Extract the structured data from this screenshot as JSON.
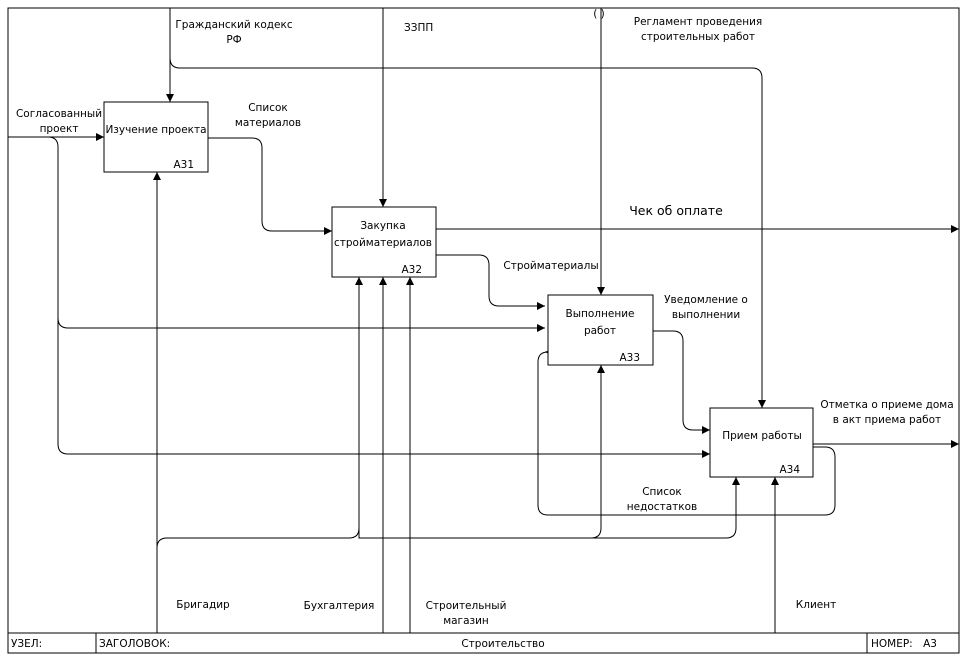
{
  "activities": [
    {
      "id": "a31",
      "label": [
        "Изучение проекта"
      ],
      "code": "А31"
    },
    {
      "id": "a32",
      "label": [
        "Закупка",
        "стройматериалов"
      ],
      "code": "А32"
    },
    {
      "id": "a33",
      "label": [
        "Выполнение",
        "работ"
      ],
      "code": "А33"
    },
    {
      "id": "a34",
      "label": [
        "Прием работы"
      ],
      "code": "А34"
    }
  ],
  "arrow_labels": {
    "approved_project": [
      "Согласованный",
      "проект"
    ],
    "civil_code": [
      "Гражданский кодекс",
      "РФ"
    ],
    "zzpp": [
      "ЗЗПП"
    ],
    "paren": [
      "( )"
    ],
    "regulation": [
      "Регламент проведения",
      "строительных работ"
    ],
    "materials_list": [
      "Список",
      "материалов"
    ],
    "payment_receipt": [
      "Чек об оплате"
    ],
    "construction_materials": [
      "Стройматериалы"
    ],
    "completion_notice": [
      "Уведомление о",
      "выполнении"
    ],
    "acceptance_mark": [
      "Отметка о приеме дома",
      "в акт приема работ"
    ],
    "defects_list": [
      "Список",
      "недостатков"
    ],
    "foreman": [
      "Бригадир"
    ],
    "accounting": [
      "Бухгалтерия"
    ],
    "store": [
      "Строительный",
      "магазин"
    ],
    "client": [
      "Клиент"
    ]
  },
  "footer": {
    "node_label": "УЗЕЛ:",
    "title_label": "ЗАГОЛОВОК:",
    "title_value": "Строительство",
    "number_label": "НОМЕР:",
    "number_value": "А3"
  }
}
